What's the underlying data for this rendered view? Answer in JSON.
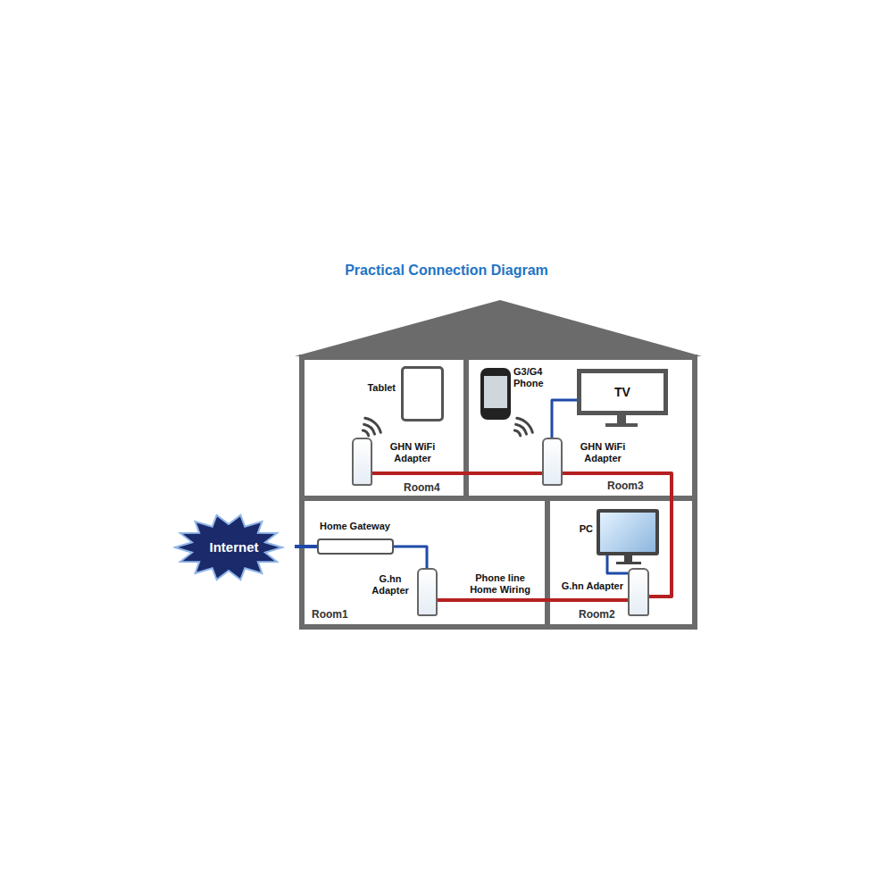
{
  "diagram": {
    "title": "Practical Connection Diagram",
    "nodes": [
      {
        "text": [
          "Room4"
        ]
      },
      {
        "text": [
          "Tablet"
        ],
        "in": 0
      },
      {
        "text": [
          "GHN WiFi Adapter"
        ],
        "in": 0
      },
      {
        "text": [
          "Room3"
        ]
      },
      {
        "text": [
          "G3/G4 Phone"
        ],
        "in": 3
      },
      {
        "text": [
          "TV"
        ],
        "in": 3
      },
      {
        "text": [
          "GHN WiFi Adapter"
        ],
        "in": 3
      },
      {
        "text": [
          "Internet"
        ]
      },
      {
        "text": [
          "Room1"
        ]
      },
      {
        "text": [
          "Home Gateway"
        ],
        "in": 8
      },
      {
        "text": [
          "G.hn Adapter"
        ],
        "in": 8
      },
      {
        "text": [
          "Room2"
        ]
      },
      {
        "text": [
          "PC"
        ],
        "in": 11
      },
      {
        "text": [
          "G.hn Adapter"
        ],
        "in": 11
      }
    ],
    "edges": [
      {
        "from": 7,
        "to": 9,
        "arrow": "none"
      },
      {
        "from": 9,
        "to": 10,
        "arrow": "none"
      },
      {
        "from": 10,
        "to": 13,
        "label": "Phone line Home Wiring",
        "arrow": "none"
      },
      {
        "from": 13,
        "to": 6,
        "arrow": "none"
      },
      {
        "from": 6,
        "to": 2,
        "arrow": "none"
      },
      {
        "from": 12,
        "to": 13,
        "arrow": "none"
      },
      {
        "from": 5,
        "to": 6,
        "arrow": "none"
      }
    ]
  }
}
